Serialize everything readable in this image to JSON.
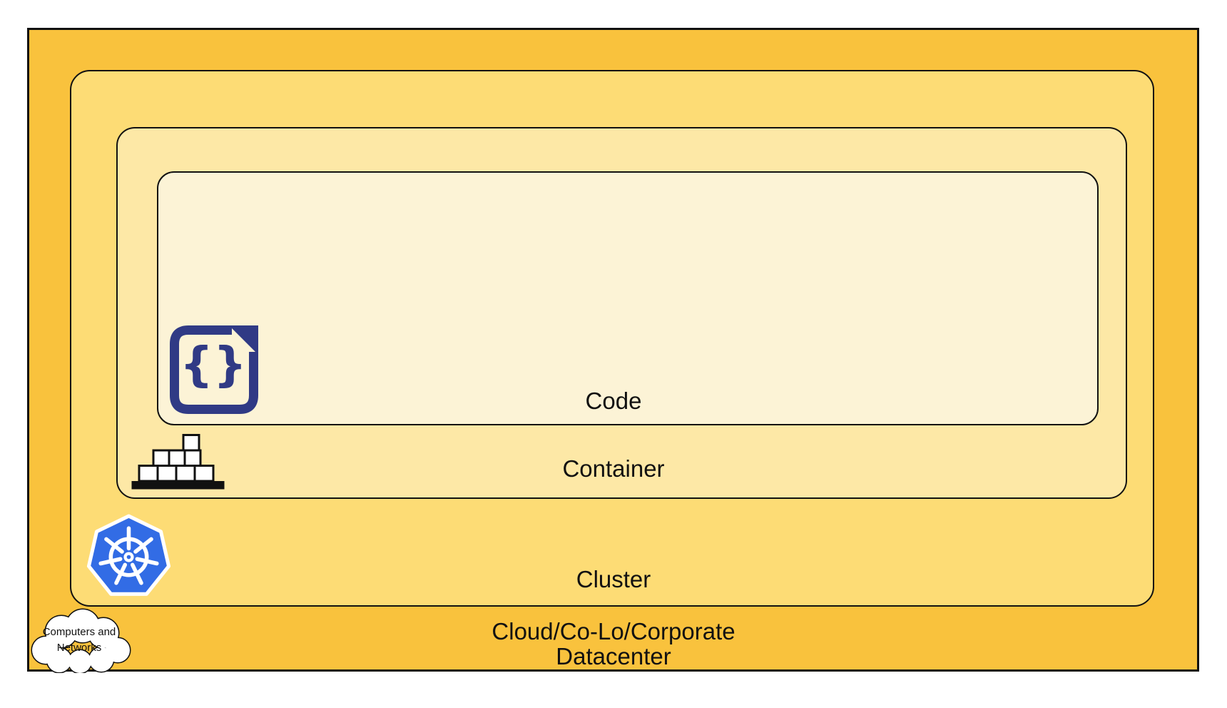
{
  "boxes": {
    "datacenter": {
      "label_line1": "Cloud/Co-Lo/Corporate",
      "label_line2": "Datacenter"
    },
    "cluster": {
      "label": "Cluster"
    },
    "container": {
      "label": "Container"
    },
    "code": {
      "label": "Code"
    }
  },
  "cloud_callout": {
    "line1": "Computers and",
    "line2": "Networks"
  },
  "icons": {
    "code_file": "code-file-icon",
    "code_glyph": "{}",
    "container_stack": "container-stack-icon",
    "kubernetes": "kubernetes-icon",
    "cloud": "cloud-icon"
  },
  "colors": {
    "datacenter_fill": "#F9C23D",
    "cluster_fill": "#FDDC75",
    "container_fill": "#FDE8A6",
    "code_fill": "#FCF3D6",
    "outline": "#111111",
    "text": "#111111",
    "code_icon_navy": "#303A85",
    "kubernetes_blue": "#326CE5",
    "icon_black": "#111111",
    "icon_white": "#FFFFFF"
  }
}
